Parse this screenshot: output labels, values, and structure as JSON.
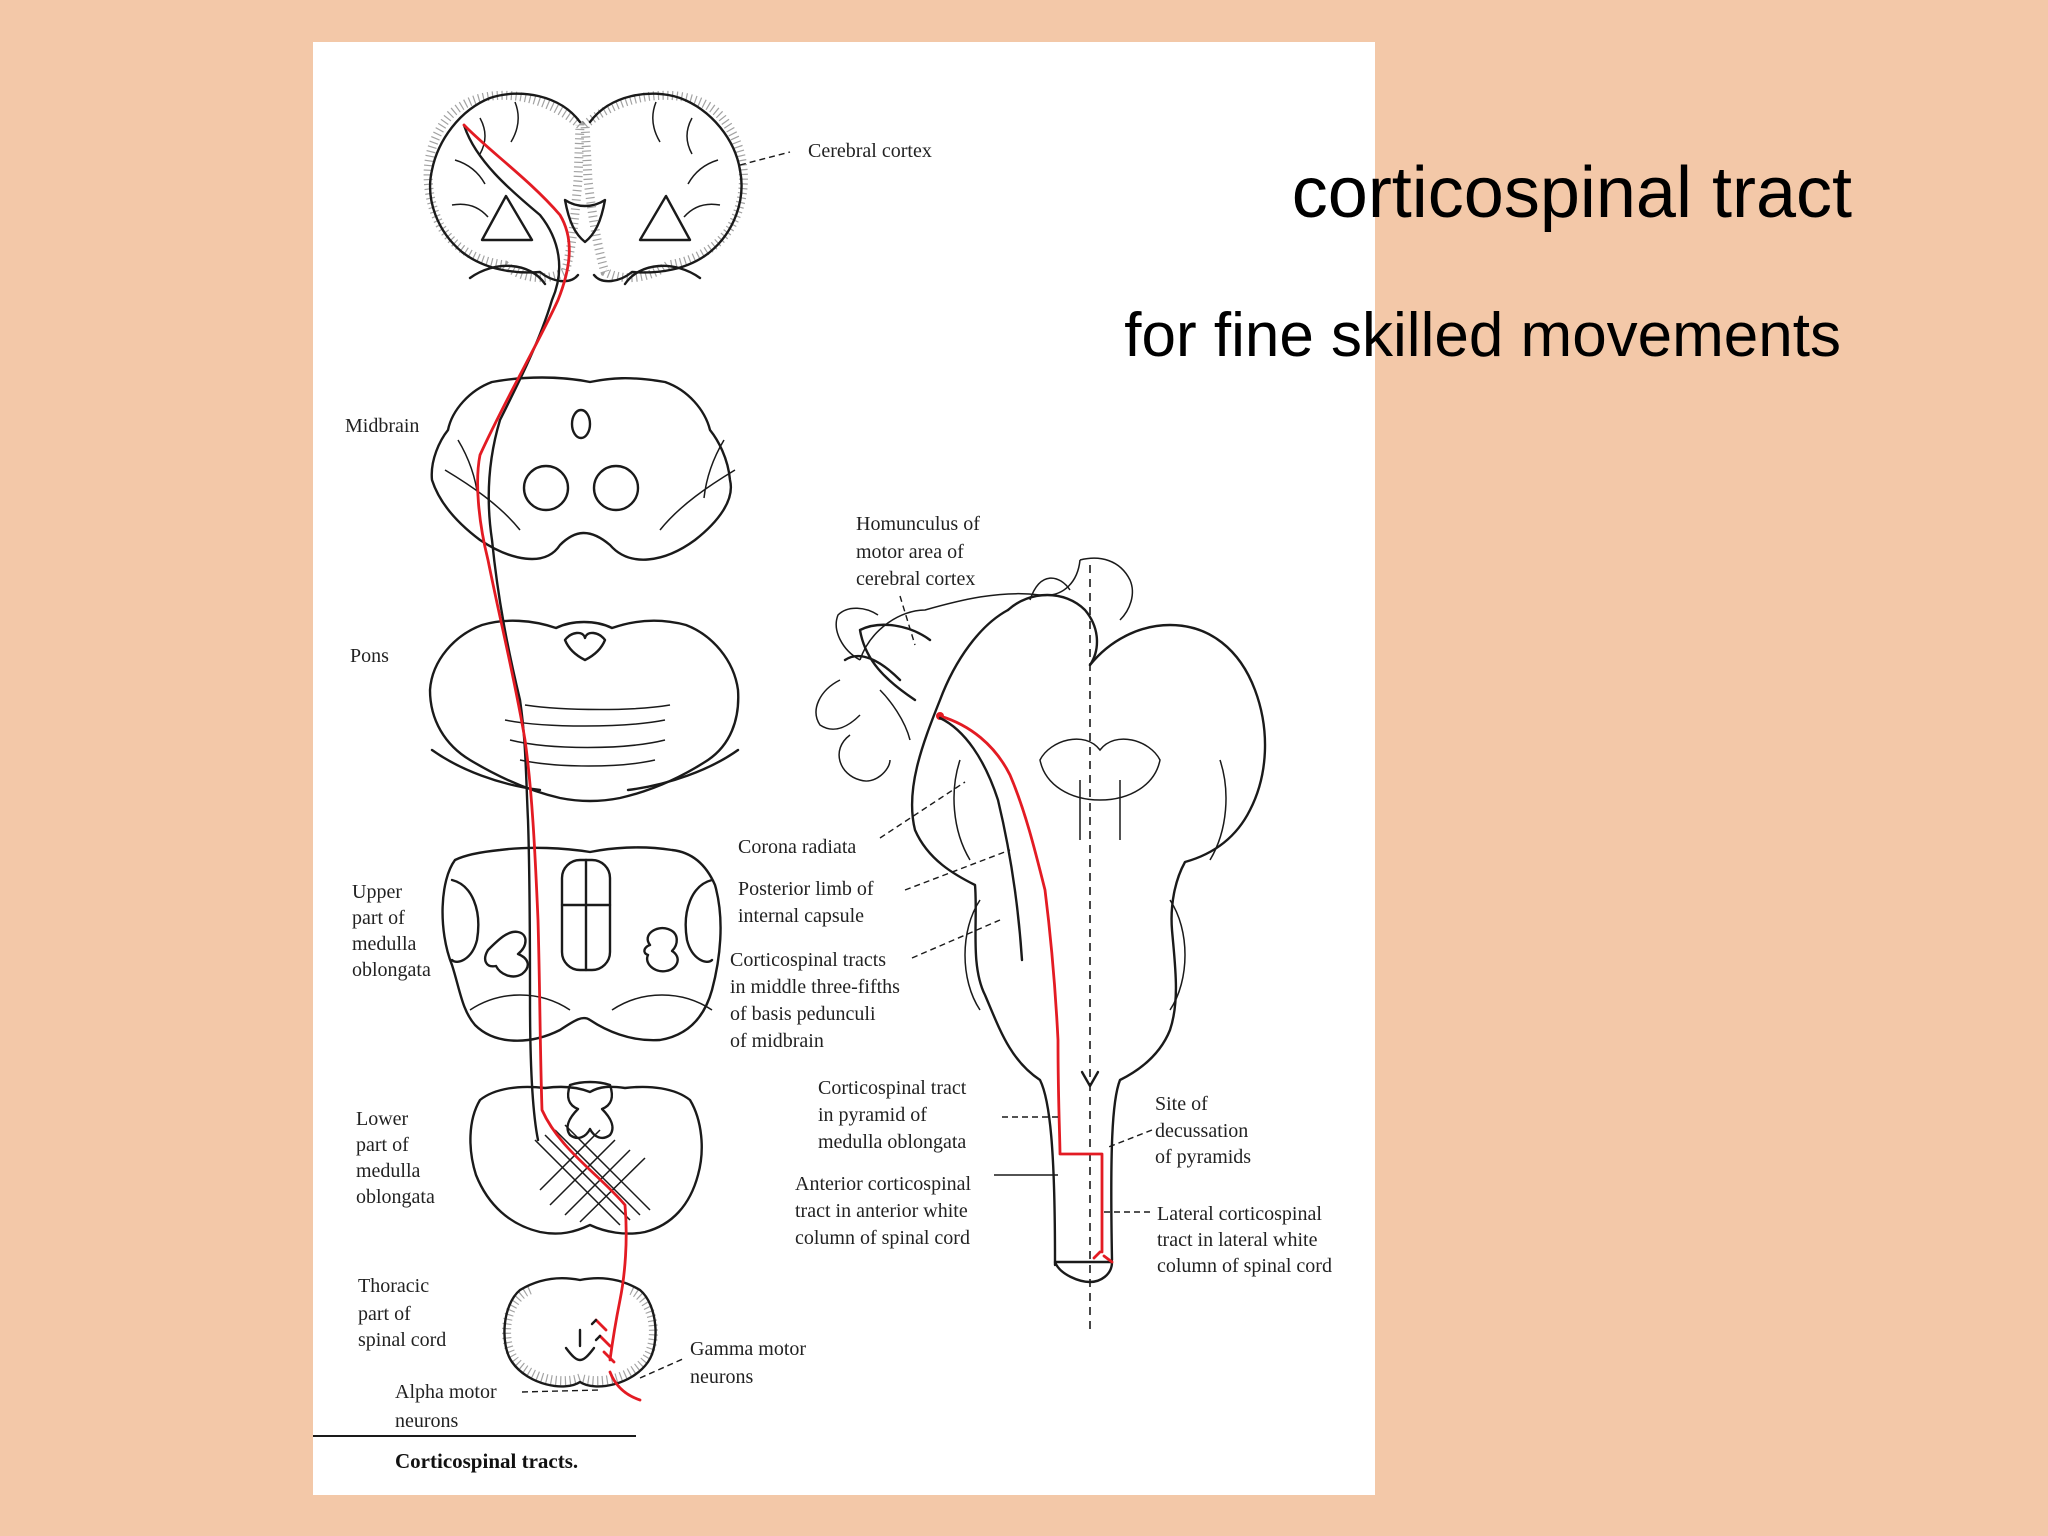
{
  "slide": {
    "title": "corticospinal tract",
    "subtitle": "for fine skilled movements"
  },
  "figure": {
    "caption": "Corticospinal tracts.",
    "left_labels": {
      "cerebral_cortex": "Cerebral cortex",
      "midbrain": "Midbrain",
      "pons": "Pons",
      "upper_medulla": [
        "Upper",
        "part of",
        "medulla",
        "oblongata"
      ],
      "lower_medulla": [
        "Lower",
        "part of",
        "medulla",
        "oblongata"
      ],
      "thoracic_cord": [
        "Thoracic",
        "part of",
        "spinal cord"
      ],
      "alpha_motor": [
        "Alpha motor",
        "neurons"
      ],
      "gamma_motor": [
        "Gamma motor",
        "neurons"
      ]
    },
    "right_labels": {
      "homunculus": [
        "Homunculus of",
        "motor area of",
        "cerebral cortex"
      ],
      "corona_radiata": "Corona radiata",
      "posterior_limb": [
        "Posterior limb of",
        "internal capsule"
      ],
      "corticospinal_midbrain": [
        "Corticospinal tracts",
        "in middle three-fifths",
        "of basis pedunculi",
        "of midbrain"
      ],
      "pyramid": [
        "Corticospinal tract",
        "in pyramid of",
        "medulla oblongata"
      ],
      "anterior_tract": [
        "Anterior corticospinal",
        "tract in anterior white",
        "column of spinal cord"
      ],
      "decussation": [
        "Site of",
        "decussation",
        "of pyramids"
      ],
      "lateral_tract": [
        "Lateral corticospinal",
        "tract in lateral white",
        "column of spinal cord"
      ]
    },
    "colors": {
      "tract": "#e31b23",
      "ink": "#1a1a1a",
      "background": "#f3c8a8",
      "panel": "#ffffff"
    }
  }
}
